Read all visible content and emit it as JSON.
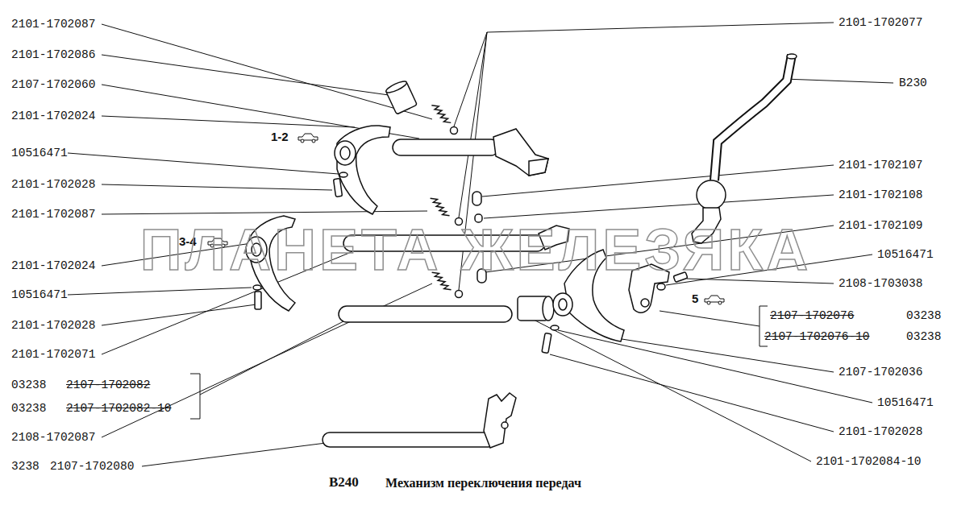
{
  "diagram": {
    "caption": "Механизм переключения передач",
    "labels": [
      "2101-1702087",
      "2101-1702086",
      "2107-1702060",
      "2101-1702024",
      "10516471",
      "2101-1702028",
      "2101-1702087",
      "2101-1702024",
      "10516471",
      "2101-1702028",
      "2101-1702071",
      "03238",
      "2107-1702082",
      "03238",
      "2107-1702082-10",
      "2108-1702087",
      "3238",
      "2107-1702080",
      "1-2",
      "3-4",
      "5",
      "2101-1702077",
      "В230",
      "2101-1702107",
      "2101-1702108",
      "2101-1702109",
      "10516471",
      "2108-1703038",
      "2107-1702076",
      "03238",
      "2107-1702076-10",
      "03238",
      "2107-1702036",
      "10516471",
      "2101-1702028",
      "2101-1702084-10",
      "ПЛАНЕТА ЖЕЛЕЗЯКА",
      "В240"
    ]
  }
}
